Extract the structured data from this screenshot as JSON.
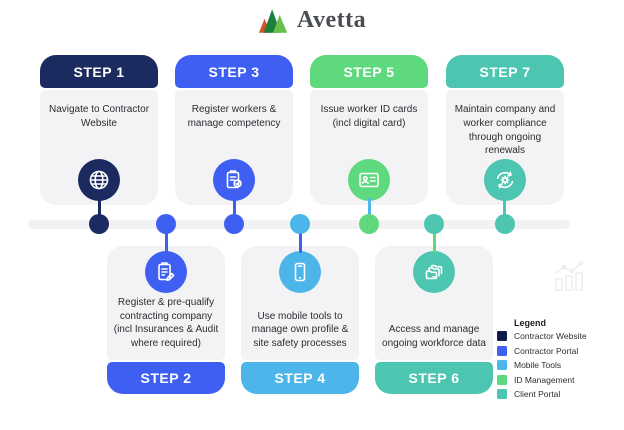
{
  "logo": {
    "text": "Avetta"
  },
  "steps": [
    {
      "label": "STEP 1",
      "text": "Navigate to Contractor Website",
      "icon": "globe-icon",
      "color": "#1b2a5f",
      "dot_color": "#1b2a5f",
      "line_color": "#1b2a5f"
    },
    {
      "label": "STEP 2",
      "text": "Register & pre-qualify contracting company (incl Insurances & Audit where required)",
      "icon": "clipboard-pencil-icon",
      "color": "#3f5ff2",
      "dot_color": "#3f5ff2",
      "line_color": "#3f5ff2"
    },
    {
      "label": "STEP 3",
      "text": "Register workers & manage competency",
      "icon": "clipboard-check-icon",
      "color": "#3f5ff2",
      "dot_color": "#3f5ff2",
      "line_color": "#3f5ff2"
    },
    {
      "label": "STEP 4",
      "text": "Use mobile tools to manage own profile & site safety processes",
      "icon": "smartphone-icon",
      "color": "#4cb6ea",
      "dot_color": "#4cb6ea",
      "line_color": "#3f5ff2"
    },
    {
      "label": "STEP 5",
      "text": "Issue worker ID cards (incl digital card)",
      "icon": "id-card-icon",
      "color": "#5ed97d",
      "dot_color": "#5ed97d",
      "line_color": "#4cb6ea"
    },
    {
      "label": "STEP 6",
      "text": "Access and manage ongoing workforce data",
      "icon": "folders-icon",
      "color": "#4cc5b1",
      "dot_color": "#4cc5b1",
      "line_color": "#5ed97d"
    },
    {
      "label": "STEP 7",
      "text": "Maintain company and worker compliance through ongoing renewals",
      "icon": "gear-renewal-icon",
      "color": "#4cc5b1",
      "dot_color": "#4cc5b1",
      "line_color": "#4cc5b1"
    }
  ],
  "legend": {
    "title": "Legend",
    "items": [
      {
        "label": "Contractor Website",
        "color": "#0d1c4d"
      },
      {
        "label": "Contractor Portal",
        "color": "#3f5ff2"
      },
      {
        "label": "Mobile Tools",
        "color": "#4cb6ea"
      },
      {
        "label": "ID Management",
        "color": "#5ed97d"
      },
      {
        "label": "Client Portal",
        "color": "#4cc5b1"
      }
    ]
  }
}
